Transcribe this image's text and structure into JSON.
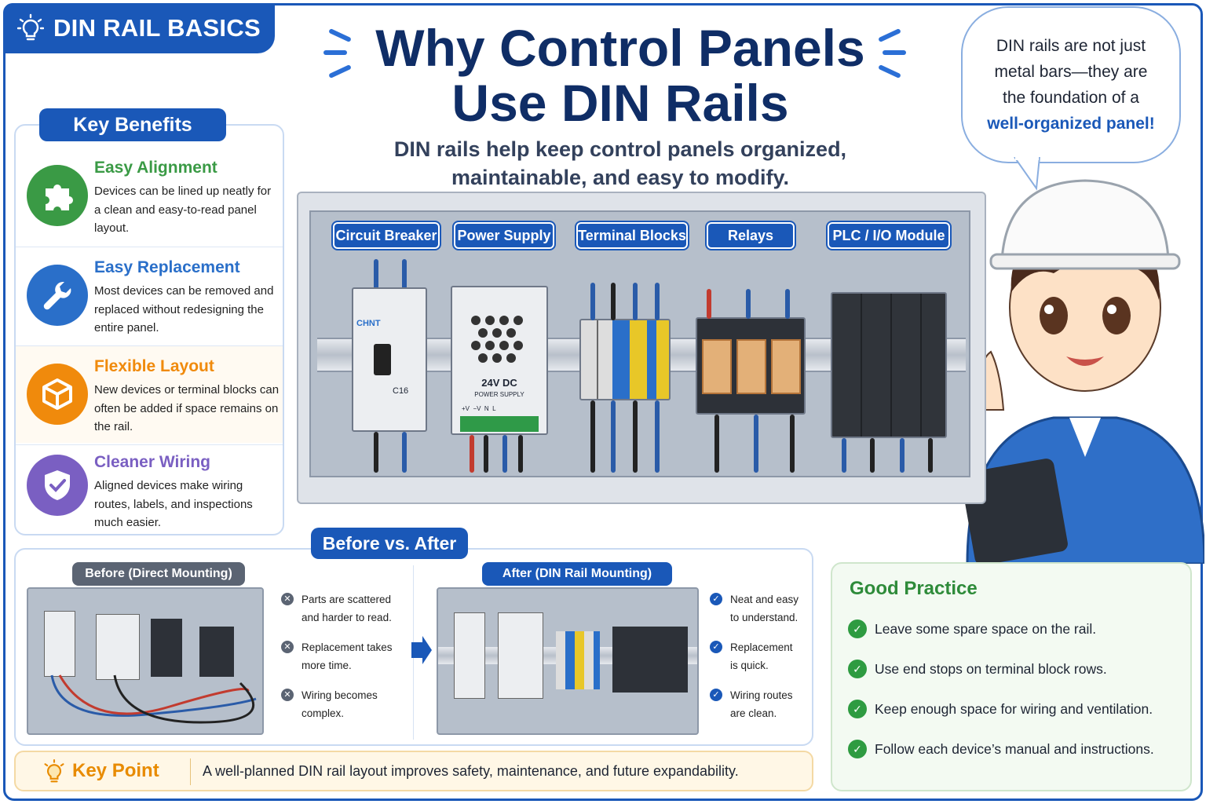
{
  "tag": {
    "label": "DIN RAIL BASICS"
  },
  "header": {
    "title_line1": "Why Control Panels",
    "title_line2": "Use DIN Rails",
    "subtitle_line1": "DIN rails help keep control panels organized,",
    "subtitle_line2": "maintainable, and easy to modify."
  },
  "bubble": {
    "line1": "DIN rails are not just",
    "line2": "metal bars—they are",
    "line3": "the foundation of a",
    "highlight": "well-organized panel!"
  },
  "benefits": {
    "heading": "Key Benefits",
    "items": [
      {
        "title": "Easy Alignment",
        "text": "Devices can be lined up neatly for a clean and easy-to-read panel layout.",
        "icon": "puzzle-icon",
        "color": "#3a9a45"
      },
      {
        "title": "Easy Replacement",
        "text": "Most devices can be removed and replaced without redesigning the entire panel.",
        "icon": "wrench-icon",
        "color": "#2a6fc9"
      },
      {
        "title": "Flexible Layout",
        "text": "New devices or terminal blocks can often be added if space remains on the rail.",
        "icon": "box-icon",
        "color": "#f08a0c"
      },
      {
        "title": "Cleaner Wiring",
        "text": "Aligned devices make wiring routes, labels, and inspections much easier.",
        "icon": "shield-check-icon",
        "color": "#7a5fc2"
      }
    ]
  },
  "panel": {
    "labels": [
      "Circuit Breaker",
      "Power Supply",
      "Terminal Blocks",
      "Relays",
      "PLC / I/O Module"
    ],
    "breaker_brand": "CHNT",
    "breaker_rating": "C16",
    "psu_voltage": "24V DC",
    "psu_label": "POWER SUPPLY",
    "psu_terminals": "+V  −V  N  L"
  },
  "before_after": {
    "heading": "Before vs. After",
    "before": {
      "label": "Before (Direct Mounting)",
      "notes": [
        [
          "Parts are scattered",
          "and harder to read."
        ],
        [
          "Replacement takes",
          "more time."
        ],
        [
          "Wiring becomes",
          "complex."
        ]
      ]
    },
    "after": {
      "label": "After (DIN Rail Mounting)",
      "notes": [
        [
          "Neat and easy",
          "to understand."
        ],
        [
          "Replacement",
          "is quick."
        ],
        [
          "Wiring routes",
          "are clean."
        ]
      ]
    }
  },
  "key_point": {
    "label": "Key Point",
    "text": "A well-planned DIN rail layout improves safety, maintenance, and future expandability."
  },
  "good_practice": {
    "heading": "Good Practice",
    "items": [
      "Leave some spare space on the rail.",
      "Use end stops on terminal block rows.",
      "Keep enough space for wiring and ventilation.",
      "Follow each device’s manual and instructions."
    ]
  },
  "colors": {
    "brand": "#1a58b8",
    "title": "#0f2d66",
    "green": "#2e8b3a",
    "orange": "#e88b00"
  }
}
